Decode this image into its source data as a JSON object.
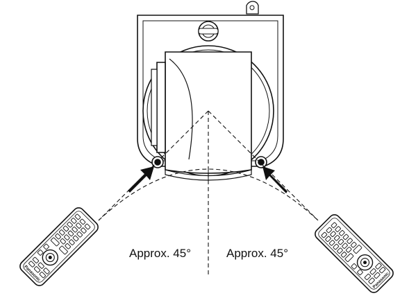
{
  "labels": {
    "left_angle": "Approx. 45°",
    "right_angle": "Approx. 45°"
  },
  "remote": {
    "brand": "Panasonic"
  },
  "colors": {
    "line": "#111111",
    "background": "#ffffff"
  }
}
